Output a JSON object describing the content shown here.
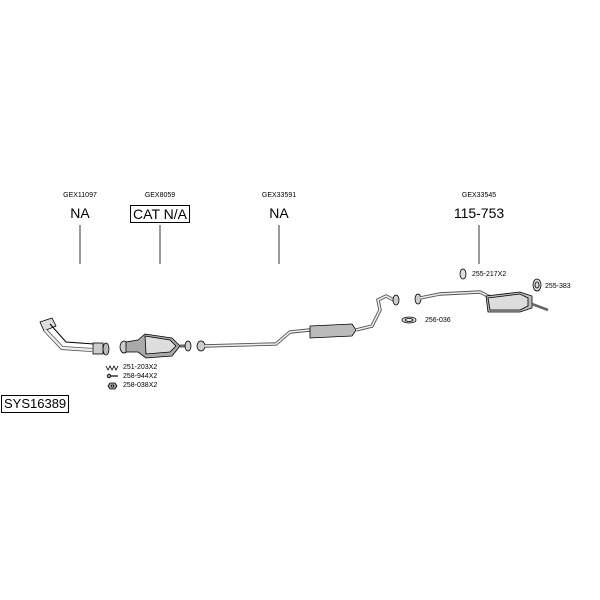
{
  "groups": [
    {
      "code": "GEX11097",
      "status": "NA"
    },
    {
      "code": "GEX8059",
      "status": "CAT N/A"
    },
    {
      "code": "GEX33591",
      "status": "NA"
    },
    {
      "code": "GEX33545",
      "status": "115-753"
    }
  ],
  "parts": {
    "spring": "251-203X2",
    "bolt": "258-944X2",
    "nut": "258-038X2",
    "rubber_hanger": "255-217X2",
    "ring_hanger": "255-383",
    "gasket": "256-036"
  },
  "system_code": "SYS16389"
}
